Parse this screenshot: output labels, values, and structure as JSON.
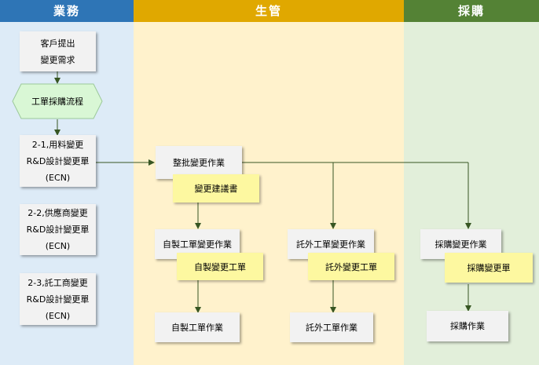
{
  "lanes": {
    "business": "業務",
    "production": "生管",
    "purchasing": "採購"
  },
  "nodes": {
    "customer_request": "客戶提出\n變更需求",
    "work_order_flow": "工單採購流程",
    "material_change": "2-1,用料變更\nR&D設計變更單\n(ECN)",
    "supplier_change": "2-2,供應商變更\nR&D設計變更單\n(ECN)",
    "outsource_change": "2-3,託工商變更\nR&D設計變更單\n(ECN)",
    "batch_change": "整批變更作業",
    "self_wo_change": "自製工單變更作業",
    "outsource_wo_change": "託外工單變更作業",
    "purchase_change": "採購變更作業",
    "self_wo": "自製工單作業",
    "outsource_wo": "託外工單作業",
    "purchase": "採購作業"
  },
  "notes": {
    "change_proposal": "變更建議書",
    "self_change_wo": "自製變更工單",
    "outsource_change_wo": "託外變更工單",
    "purchase_change_order": "採購變更單"
  },
  "colors": {
    "business_head": "#2e75b6",
    "business_lane": "#ddebf7",
    "production_head": "#e0a800",
    "production_lane": "#fff2cc",
    "purchasing_head": "#548235",
    "purchasing_lane": "#e2efda",
    "connector": "#375623",
    "hexagon": "#d9f7d5"
  }
}
